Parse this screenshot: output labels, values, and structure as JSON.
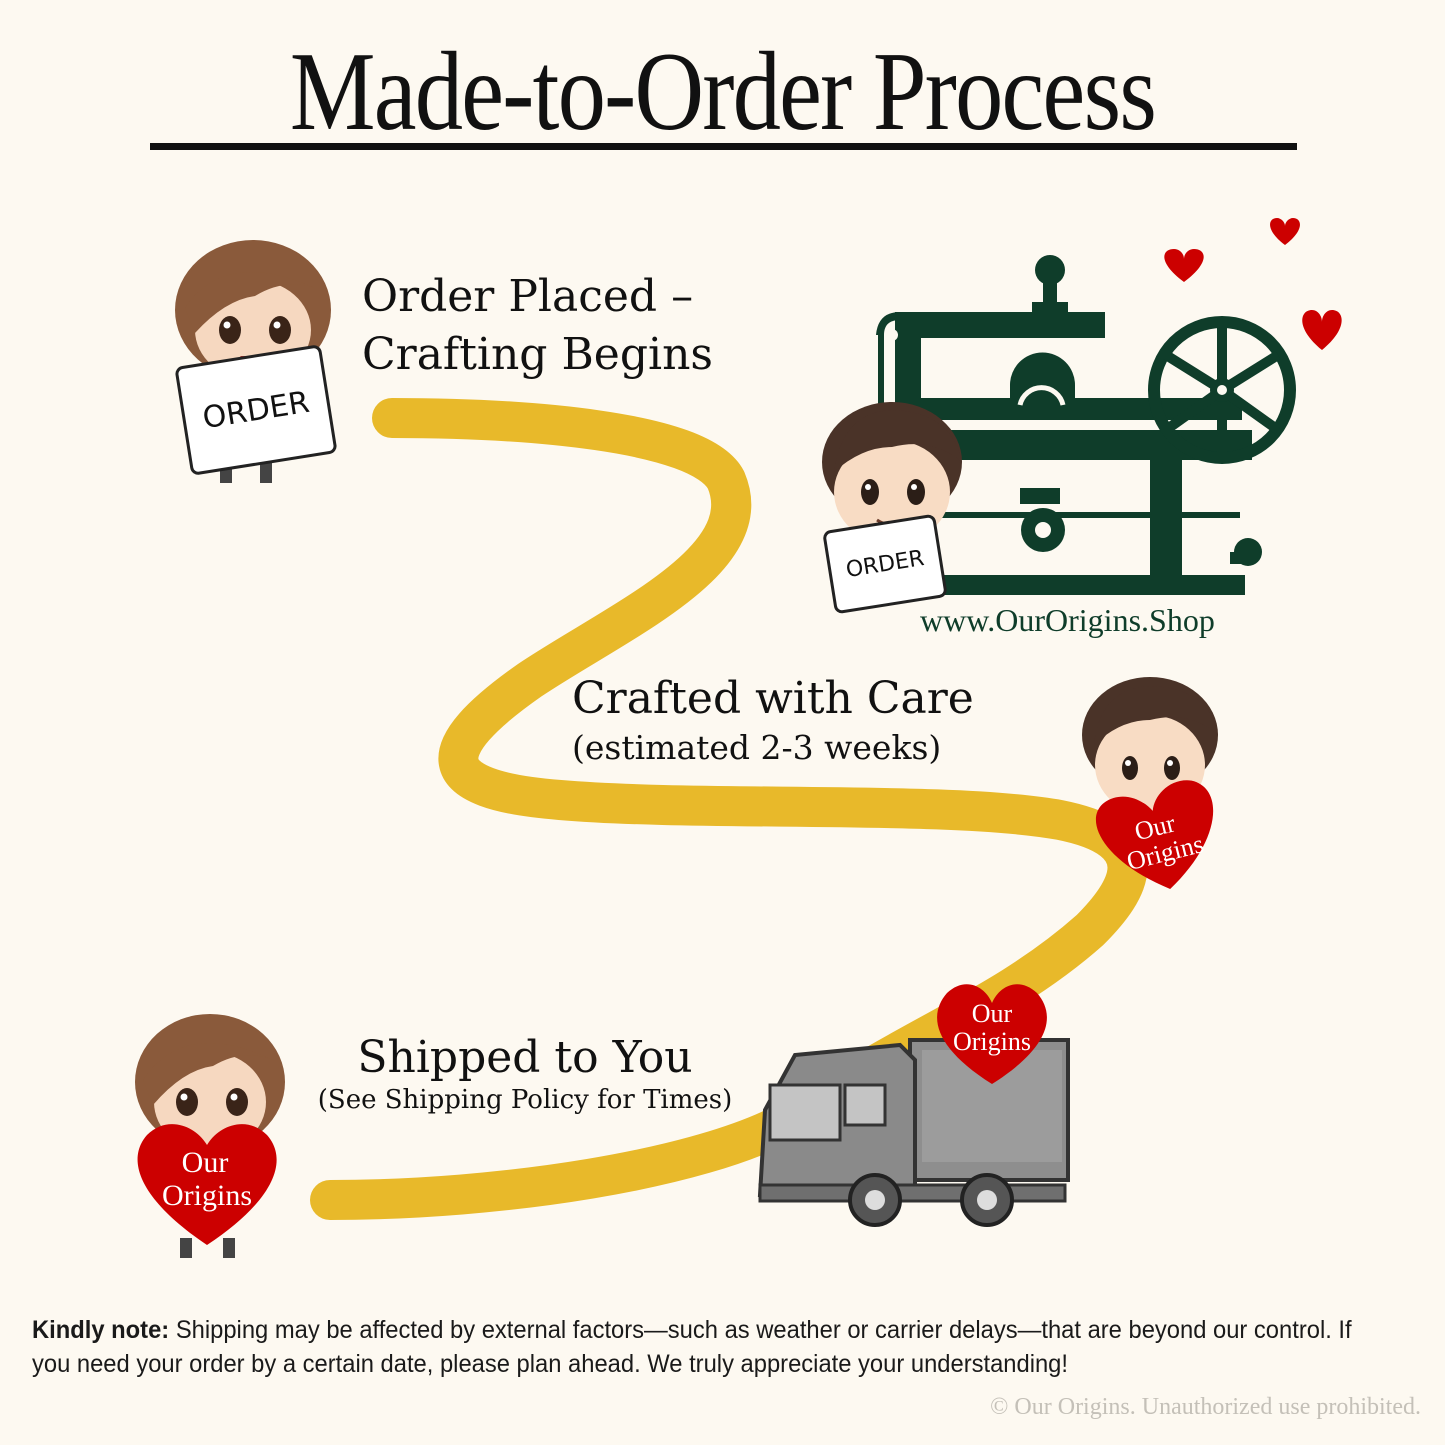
{
  "title": "Made-to-Order Process",
  "steps": [
    {
      "title_line1": "Order Placed –",
      "title_line2": "Crafting Begins",
      "sign_label": "ORDER"
    },
    {
      "title": "Crafted with Care",
      "subtitle": "(estimated 2-3 weeks)",
      "sign_label": "ORDER",
      "heart_label_1": "Our",
      "heart_label_2": "Origins"
    },
    {
      "title": "Shipped to You",
      "subtitle": "(See Shipping Policy for Times)",
      "heart_label_1": "Our",
      "heart_label_2": "Origins"
    }
  ],
  "machine": {
    "url": "www.OurOrigins.Shop"
  },
  "note": {
    "label": "Kindly note:",
    "text": " Shipping may be affected by external factors—such as weather or carrier delays—that are beyond our control. If you need your order by a certain date, please plan ahead. We truly appreciate your understanding!"
  },
  "copyright": "© Our Origins. Unauthorized use prohibited.",
  "colors": {
    "path": "#e8b92a",
    "machine": "#0f3d2a",
    "heart": "#cc0000",
    "background": "#fdf9f1"
  }
}
